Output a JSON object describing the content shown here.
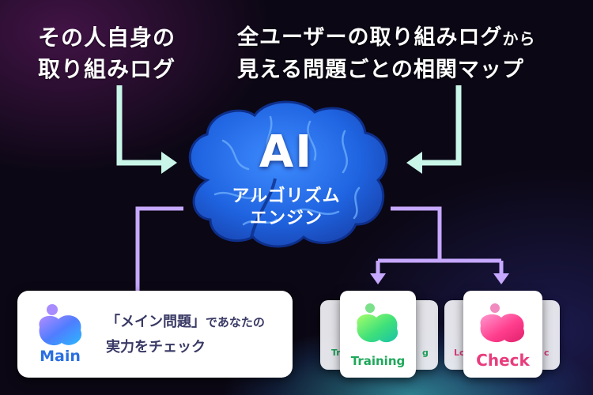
{
  "captions": {
    "left_line1": "その人自身の",
    "left_line2": "取り組みログ",
    "right_line1_main": "全ユーザーの取り組みログ",
    "right_line1_small": "から",
    "right_line2": "見える問題ごとの相関マップ"
  },
  "engine": {
    "title": "AI",
    "subtitle_line1": "アルゴリズム",
    "subtitle_line2": "エンジン"
  },
  "main_card": {
    "label": "Main",
    "text_line1_main": "「メイン問題」",
    "text_line1_small": "であなたの",
    "text_line2": "実力をチェック"
  },
  "training_card": {
    "label": "Training",
    "back_left_fragment": "Tr",
    "back_right_fragment": "g"
  },
  "check_card": {
    "label": "Check",
    "back_left_fragment": "Lo",
    "back_right_fragment": "c"
  },
  "colors": {
    "arrow_input": "#c9f6e8",
    "arrow_output": "#c7a8ff",
    "main_accent": "#2a6fe0",
    "training_accent": "#1ea85a",
    "check_accent": "#e83d7d",
    "brain": "#1f63e0"
  }
}
